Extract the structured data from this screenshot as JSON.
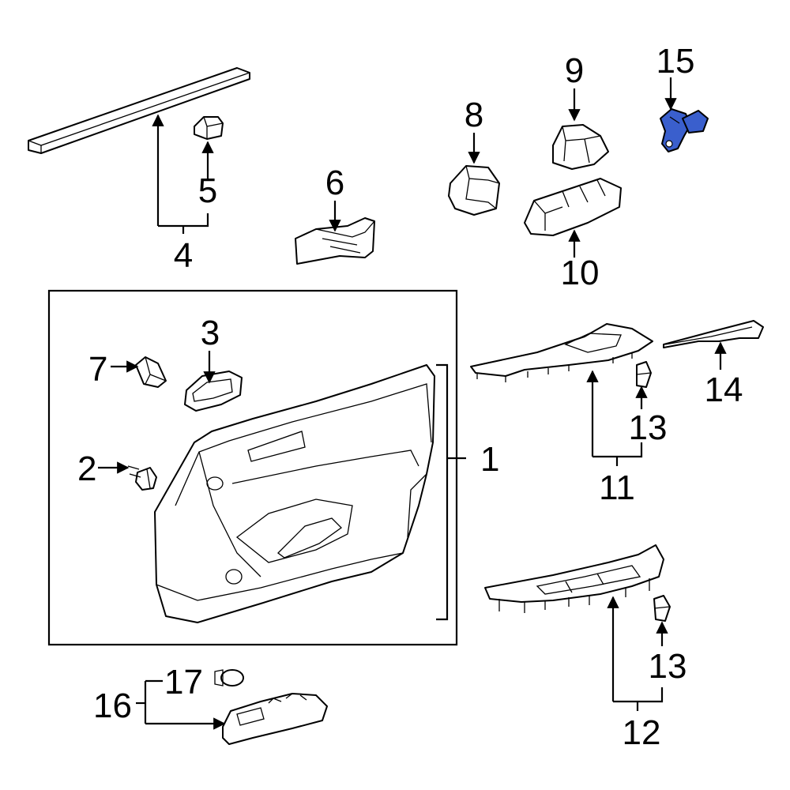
{
  "diagram": {
    "highlight_color": "#3a5fcd",
    "callouts": {
      "c1": "1",
      "c2": "2",
      "c3": "3",
      "c4": "4",
      "c5": "5",
      "c6": "6",
      "c7": "7",
      "c8": "8",
      "c9": "9",
      "c10": "10",
      "c11": "11",
      "c12": "12",
      "c13a": "13",
      "c13b": "13",
      "c14": "14",
      "c15": "15",
      "c16": "16",
      "c17": "17"
    }
  }
}
